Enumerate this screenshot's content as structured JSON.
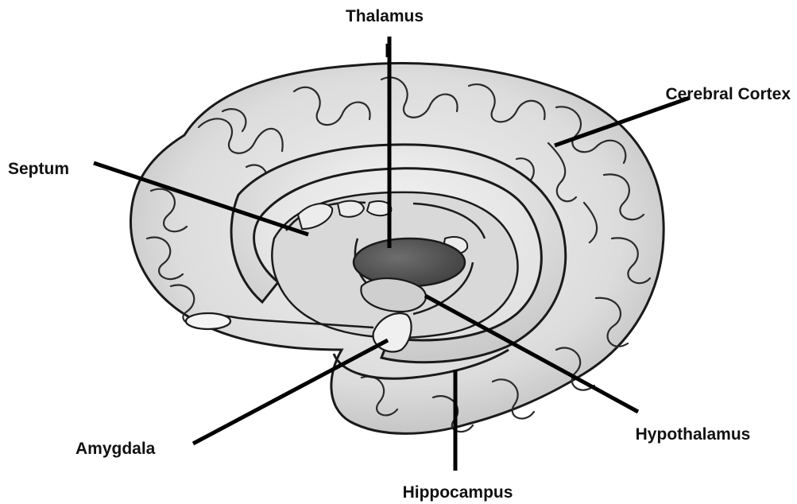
{
  "labels": {
    "thalamus": "Thalamus",
    "cerebral_cortex": "Cerebral Cortex",
    "septum": "Septum",
    "amygdala": "Amygdala",
    "hypothalamus": "Hypothalamus",
    "hippocampus": "Hippocampus"
  },
  "colors": {
    "line": "#000000",
    "outline": "#1a1a1a",
    "cortex_fill": "#dedede",
    "inner_fill": "#d6d6d6",
    "thalamus_fill": "#555555"
  }
}
